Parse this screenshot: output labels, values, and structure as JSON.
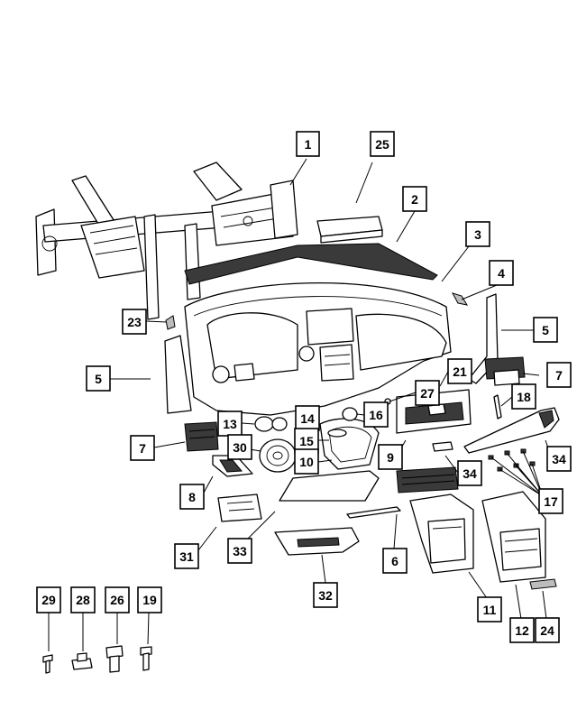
{
  "callouts": [
    {
      "id": "c1",
      "label": "1"
    },
    {
      "id": "c25",
      "label": "25"
    },
    {
      "id": "c2",
      "label": "2"
    },
    {
      "id": "c3",
      "label": "3"
    },
    {
      "id": "c4",
      "label": "4"
    },
    {
      "id": "c5a",
      "label": "5"
    },
    {
      "id": "c5b",
      "label": "5"
    },
    {
      "id": "c23",
      "label": "23"
    },
    {
      "id": "c7a",
      "label": "7"
    },
    {
      "id": "c7b",
      "label": "7"
    },
    {
      "id": "c21",
      "label": "21"
    },
    {
      "id": "c27",
      "label": "27"
    },
    {
      "id": "c18",
      "label": "18"
    },
    {
      "id": "c13",
      "label": "13"
    },
    {
      "id": "c14",
      "label": "14"
    },
    {
      "id": "c16",
      "label": "16"
    },
    {
      "id": "c30",
      "label": "30"
    },
    {
      "id": "c15",
      "label": "15"
    },
    {
      "id": "c10",
      "label": "10"
    },
    {
      "id": "c9",
      "label": "9"
    },
    {
      "id": "c34a",
      "label": "34"
    },
    {
      "id": "c34b",
      "label": "34"
    },
    {
      "id": "c8",
      "label": "8"
    },
    {
      "id": "c17",
      "label": "17"
    },
    {
      "id": "c31",
      "label": "31"
    },
    {
      "id": "c33",
      "label": "33"
    },
    {
      "id": "c6",
      "label": "6"
    },
    {
      "id": "c32",
      "label": "32"
    },
    {
      "id": "c11",
      "label": "11"
    },
    {
      "id": "c12",
      "label": "12"
    },
    {
      "id": "c24",
      "label": "24"
    },
    {
      "id": "c29",
      "label": "29"
    },
    {
      "id": "c28",
      "label": "28"
    },
    {
      "id": "c26",
      "label": "26"
    },
    {
      "id": "c19",
      "label": "19"
    }
  ]
}
